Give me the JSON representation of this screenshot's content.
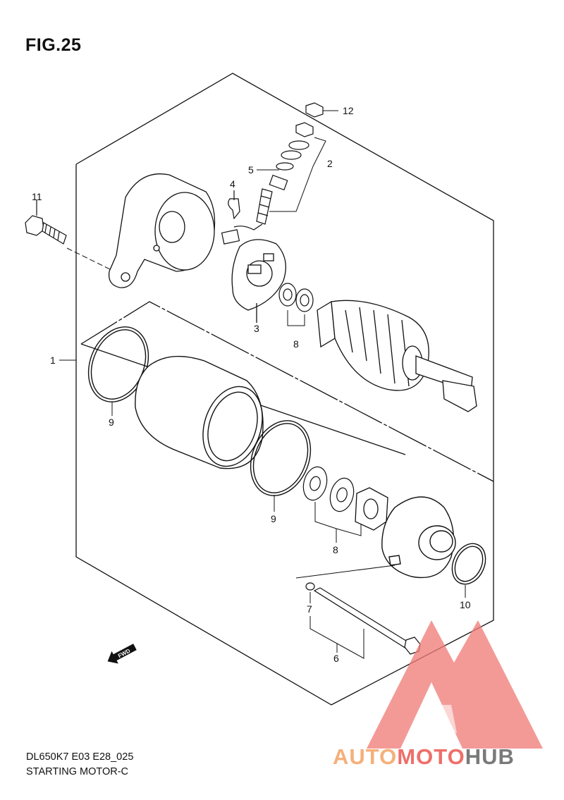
{
  "figure": {
    "title": "FIG.25"
  },
  "callouts": [
    "12",
    "2",
    "5",
    "4",
    "11",
    "3",
    "8",
    "1",
    "9",
    "9",
    "8",
    "7",
    "6",
    "10"
  ],
  "footer": {
    "model_code": "DL650K7 E03 E28_025",
    "section_name": "STARTING MOTOR-C"
  },
  "direction_badge": "FWD",
  "watermark": {
    "part1": "AUTO",
    "part2": "MOTO",
    "part3": "HUB",
    "colors": {
      "part1": "#f5b07a",
      "part2": "#ee6f6a",
      "part3": "#7a7a7a",
      "triangle": "#ef7b78"
    }
  }
}
